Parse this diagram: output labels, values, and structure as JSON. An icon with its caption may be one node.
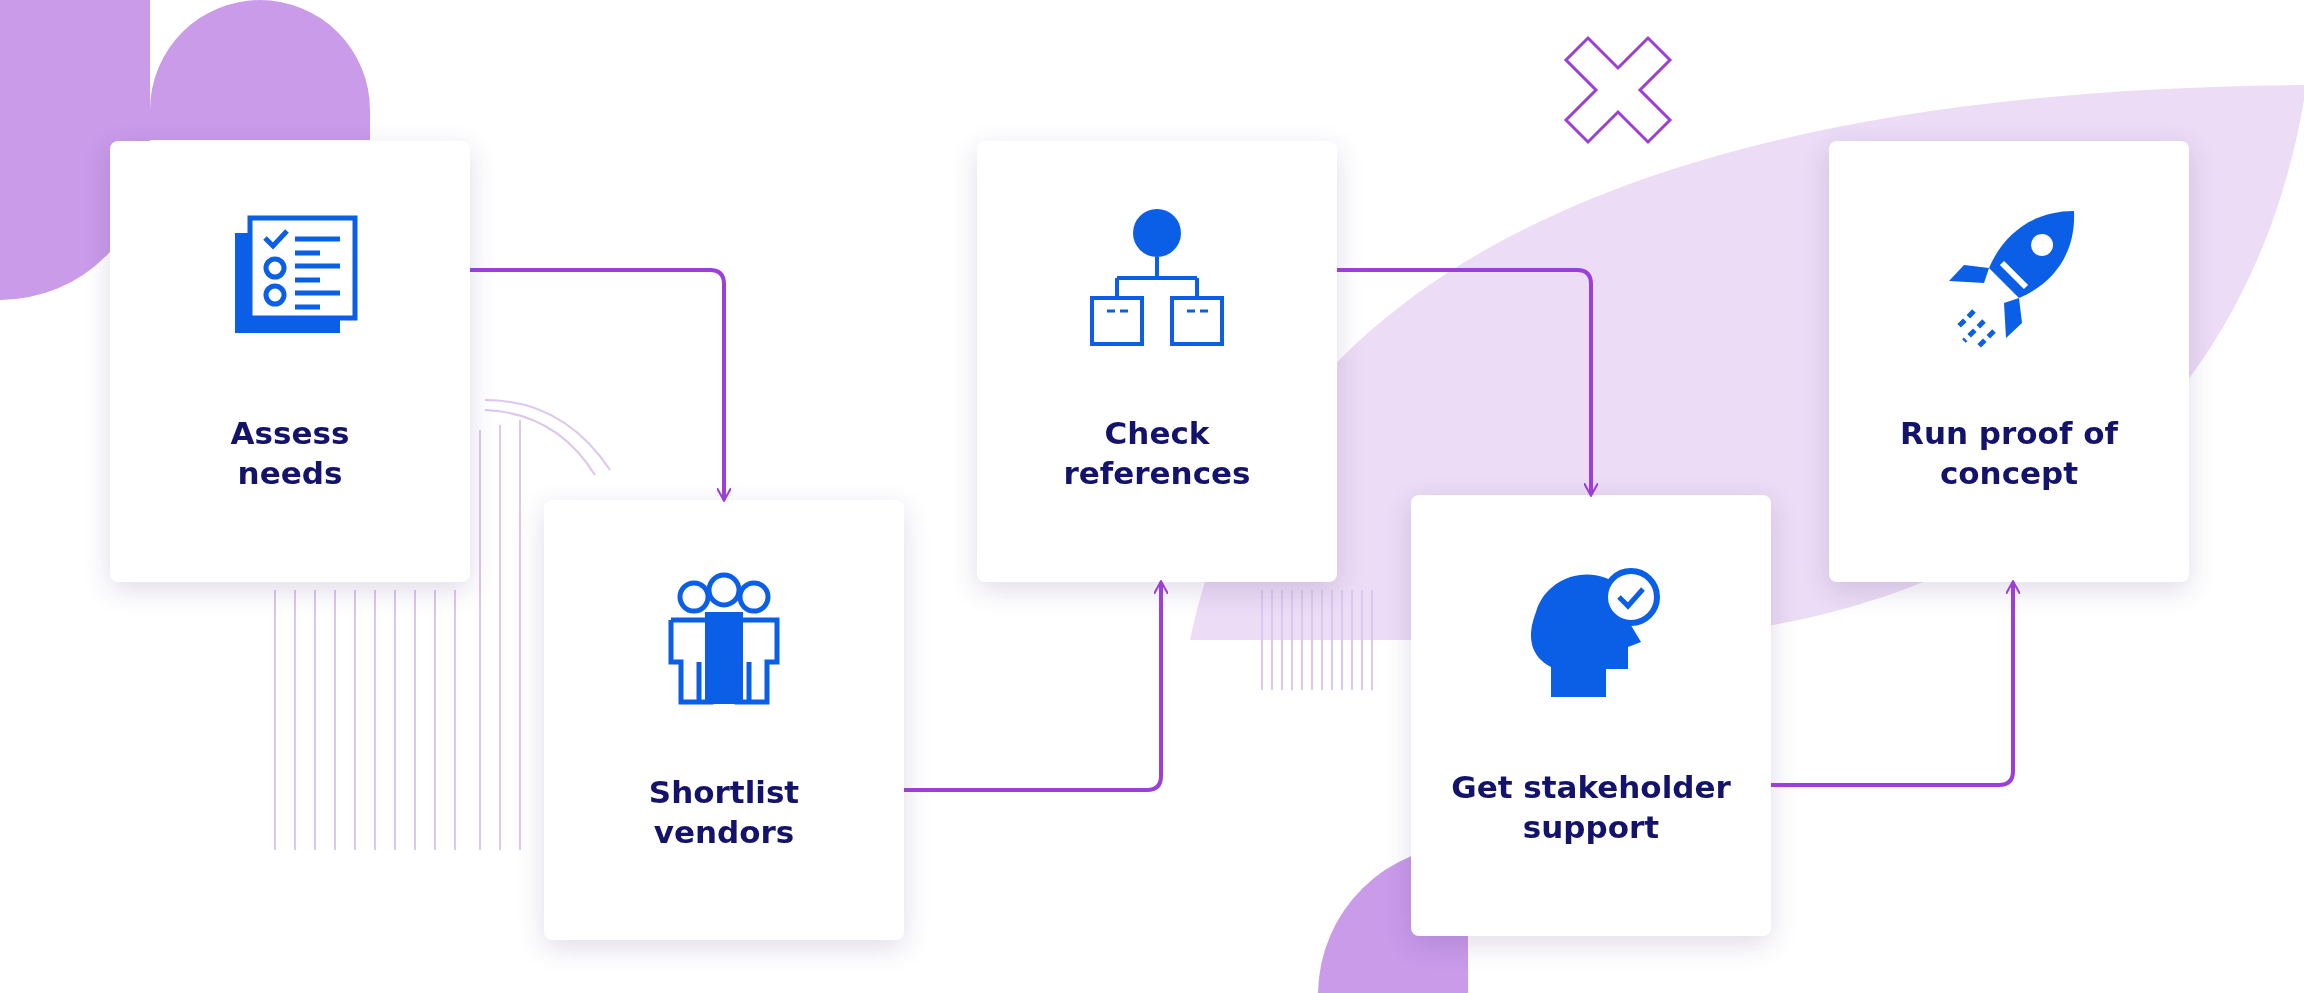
{
  "diagram": {
    "nodes": [
      {
        "text": [
          "Assess needs"
        ]
      },
      {
        "text": [
          "Shortlist vendors"
        ]
      },
      {
        "text": [
          "Check references"
        ]
      },
      {
        "text": [
          "Get stakeholder support"
        ]
      },
      {
        "text": [
          "Run proof of concept"
        ]
      }
    ],
    "edges": [
      {
        "from": 0,
        "to": 1,
        "arrow": "to"
      },
      {
        "from": 1,
        "to": 2,
        "arrow": "to"
      },
      {
        "from": 2,
        "to": 3,
        "arrow": "to"
      },
      {
        "from": 3,
        "to": 4,
        "arrow": "to"
      }
    ]
  }
}
